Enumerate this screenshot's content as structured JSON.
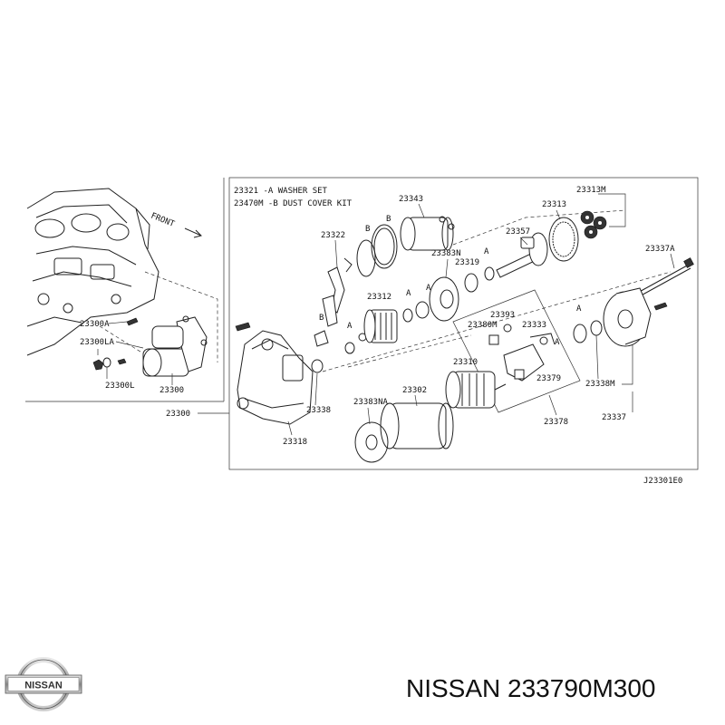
{
  "diagram": {
    "front_label": "FRONT",
    "notes": [
      "23321  -A WASHER SET",
      "23470M -B DUST COVER KIT"
    ],
    "drawing_code": "J23301E0",
    "parts": {
      "p23300A": "23300A",
      "p23300LA": "23300LA",
      "p23300L": "23300L",
      "p23300_left": "23300",
      "p23300_main": "23300",
      "p23343": "23343",
      "p23313": "23313",
      "p23313M": "23313M",
      "p23322": "23322",
      "p23383N": "23383N",
      "p23357": "23357",
      "p23337A": "23337A",
      "p23319": "23319",
      "p23312": "23312",
      "p23393": "23393",
      "p23380M": "23380M",
      "p23333": "23333",
      "p23379": "23379",
      "p23310": "23310",
      "p23338": "23338",
      "p23383NA": "23383NA",
      "p23302": "23302",
      "p23338M": "23338M",
      "p23337": "23337",
      "p23378": "23378",
      "p23318": "23318"
    },
    "callouts": {
      "a1": "A",
      "a2": "A",
      "a3": "A",
      "a4": "A",
      "a5": "A",
      "a6": "A",
      "b1": "B",
      "b2": "B",
      "b3": "B"
    }
  },
  "brand": {
    "logo_text": "NISSAN",
    "caption": "NISSAN 233790M300"
  }
}
